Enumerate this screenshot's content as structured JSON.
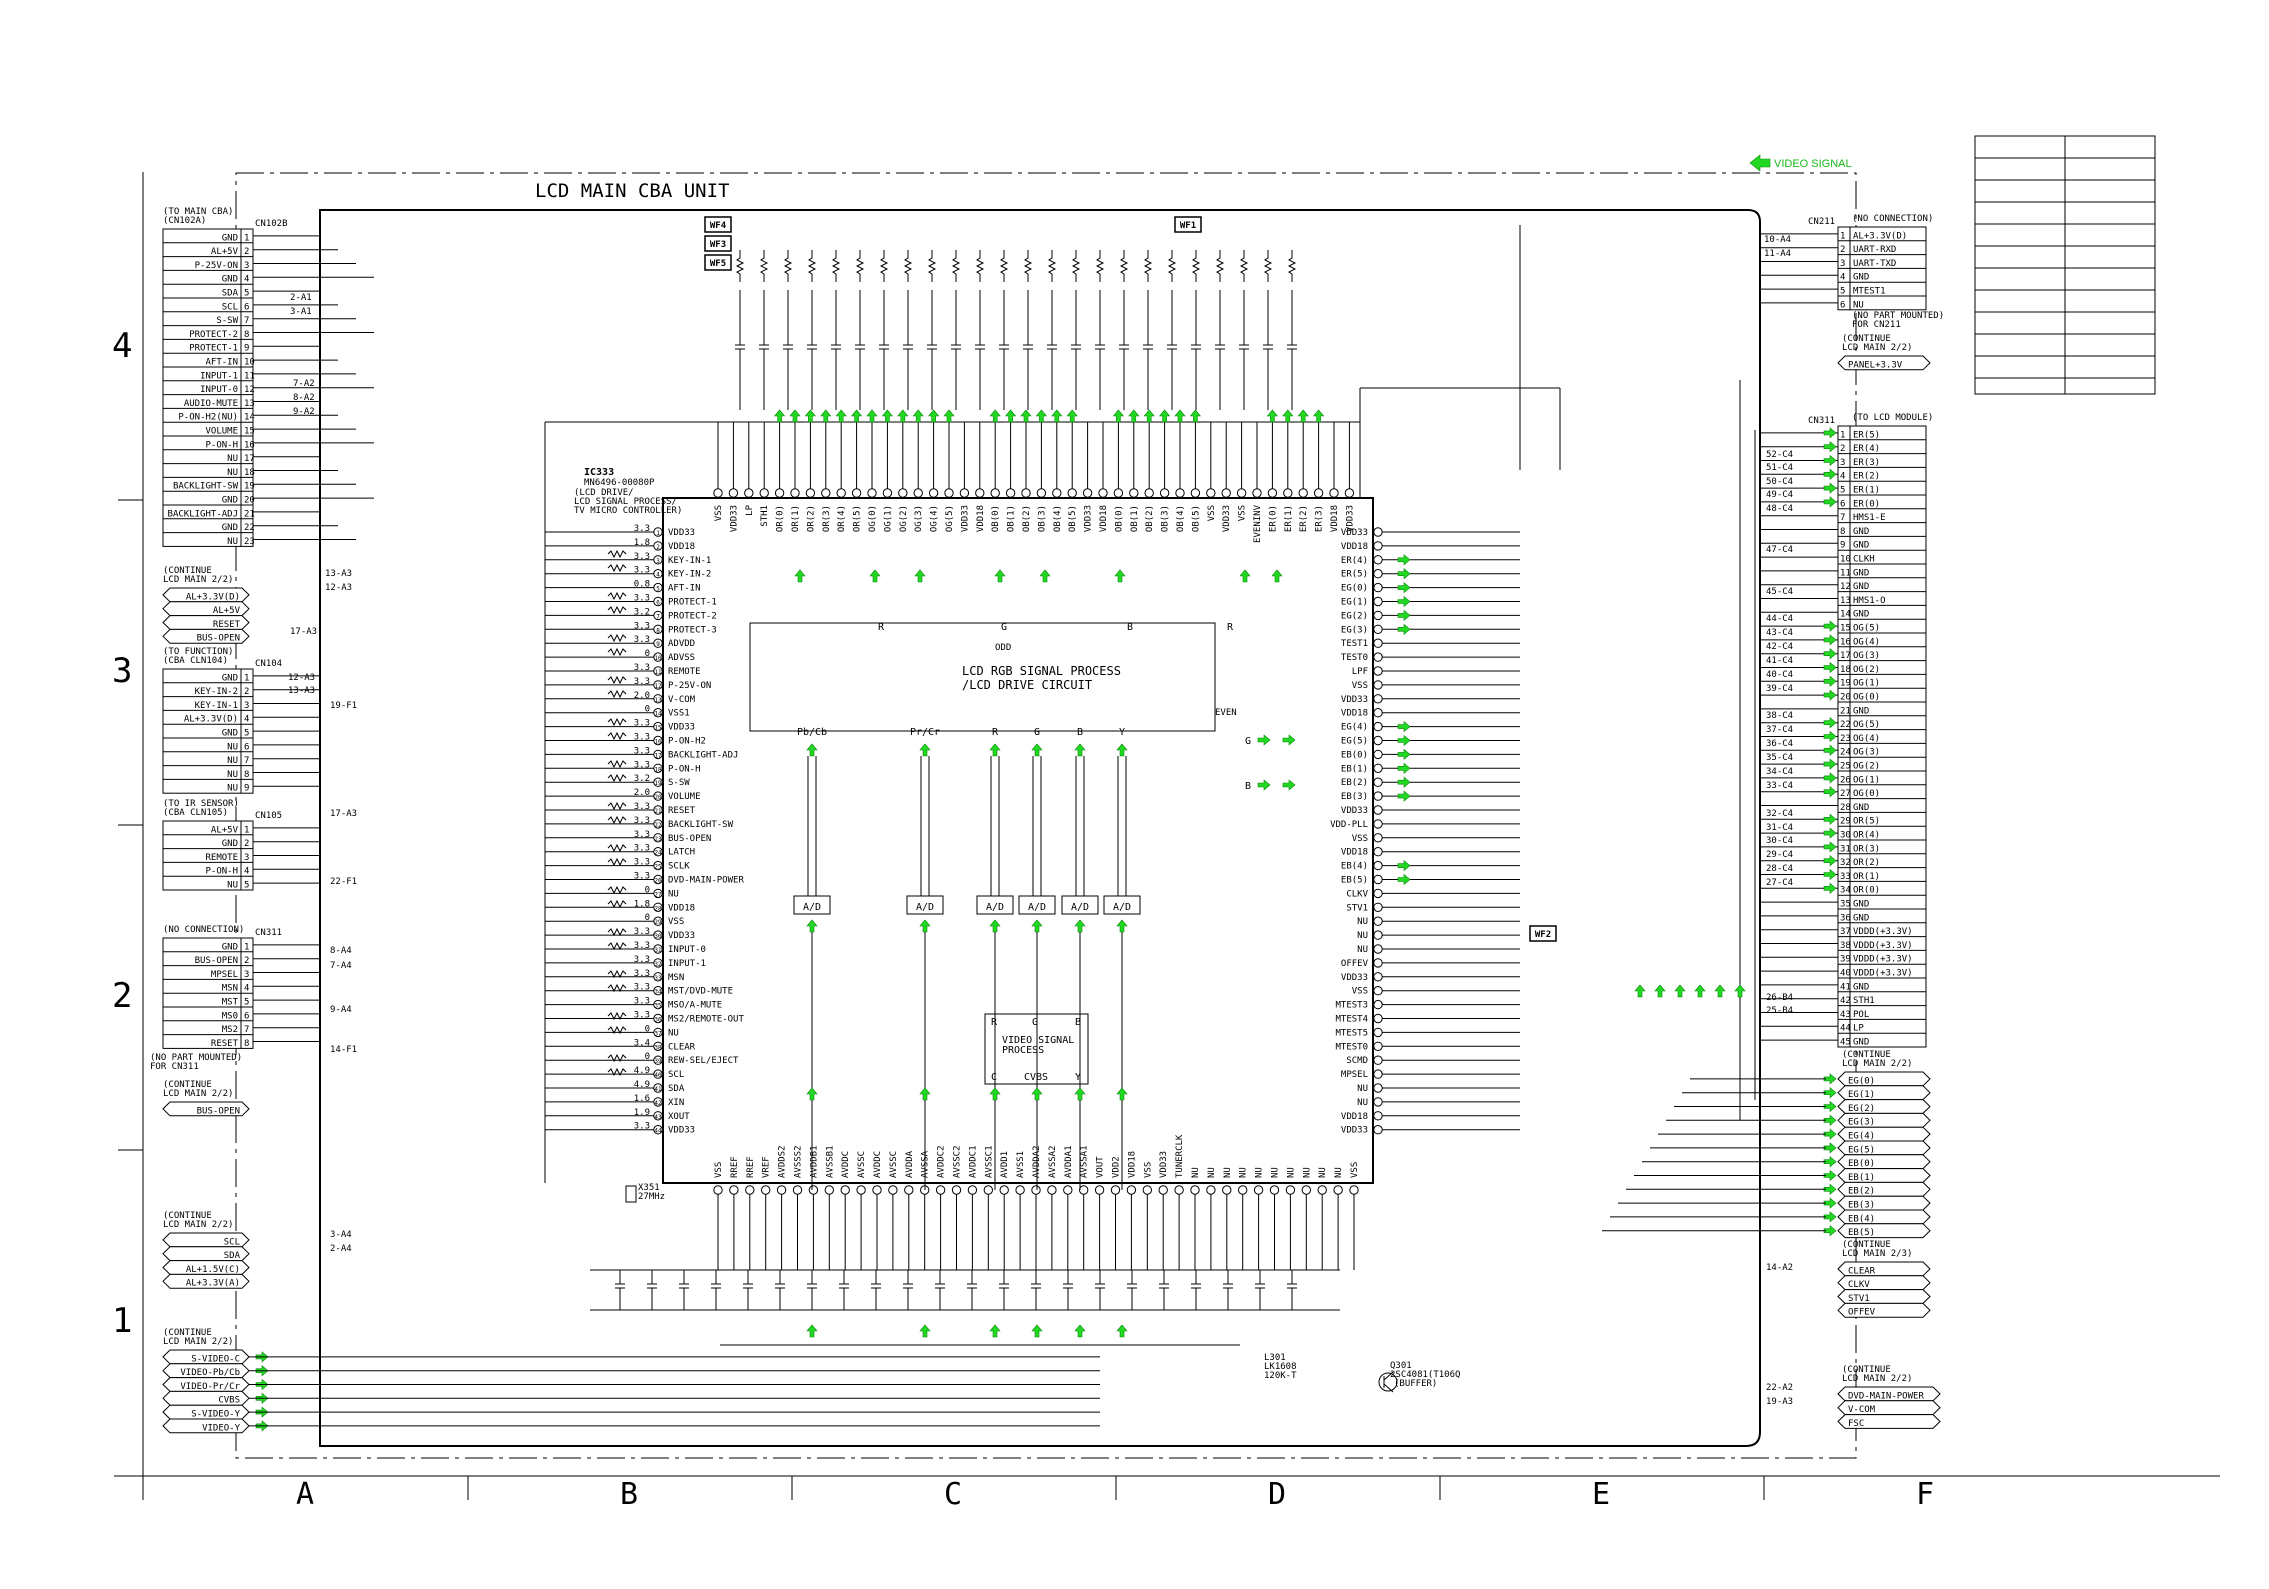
{
  "unit_title": "LCD MAIN CBA UNIT",
  "legend_label": "VIDEO SIGNAL",
  "ic": {
    "ref": "IC333",
    "part": "MN6496-00080P",
    "function": [
      "(LCD DRIVE/",
      "LCD SIGNAL PROCESS/",
      "TV MICRO CONTROLLER)"
    ],
    "block_title": [
      "LCD RGB SIGNAL PROCESS",
      "/LCD DRIVE CIRCUIT"
    ],
    "video_block": [
      "VIDEO SIGNAL",
      "PROCESS"
    ],
    "video_rgb": [
      "R",
      "G",
      "B"
    ],
    "video_out": [
      "C",
      "CVBS",
      "Y"
    ],
    "adc_inputs": [
      "Pb/Cb",
      "Pr/Cr",
      "R",
      "G",
      "B",
      "Y"
    ],
    "adc_label": "A/D",
    "rgb_top": [
      "R",
      "G",
      "B",
      "R"
    ],
    "odd": "ODD",
    "even": "EVEN",
    "even_g": "G",
    "even_b": "B",
    "left_pins": [
      "VDD33",
      "VDD18",
      "KEY-IN-1",
      "KEY-IN-2",
      "AFT-IN",
      "PROTECT-1",
      "PROTECT-2",
      "PROTECT-3",
      "ADVDD",
      "ADVSS",
      "REMOTE",
      "P-25V-ON",
      "V-COM",
      "VSS1",
      "VDD33",
      "P-ON-H2",
      "BACKLIGHT-ADJ",
      "P-ON-H",
      "S-SW",
      "VOLUME",
      "RESET",
      "BACKLIGHT-SW",
      "BUS-OPEN",
      "LATCH",
      "SCLK",
      "DVD-MAIN-POWER",
      "NU",
      "VDD18",
      "VSS",
      "VDD33",
      "INPUT-0",
      "INPUT-1",
      "MSN",
      "MST/DVD-MUTE",
      "MSO/A-MUTE",
      "MS2/REMOTE-OUT",
      "NU",
      "CLEAR",
      "REW-SEL/EJECT",
      "SCL",
      "SDA",
      "XIN",
      "XOUT",
      "VDD33"
    ],
    "left_volts": [
      "3.3",
      "1.8",
      "3.3",
      "3.3",
      "0.8",
      "3.3",
      "3.2",
      "3.3",
      "3.3",
      "0",
      "3.3",
      "3.3",
      "2.0",
      "0",
      "3.3",
      "3.3",
      "3.3",
      "3.3",
      "3.2",
      "2.0",
      "3.3",
      "3.3",
      "3.3",
      "3.3",
      "3.3",
      "3.3",
      "0",
      "1.8",
      "0",
      "3.3",
      "3.3",
      "3.3",
      "3.3",
      "3.3",
      "3.3",
      "3.3",
      "0",
      "3.4",
      "0",
      "4.9",
      "4.9",
      "1.6",
      "1.9",
      "3.3"
    ],
    "right_pins": [
      "VDD33",
      "VDD18",
      "ER(4)",
      "ER(5)",
      "EG(0)",
      "EG(1)",
      "EG(2)",
      "EG(3)",
      "TEST1",
      "TEST0",
      "LPF",
      "VSS",
      "VDD33",
      "VDD18",
      "EG(4)",
      "EG(5)",
      "EB(0)",
      "EB(1)",
      "EB(2)",
      "EB(3)",
      "VDD33",
      "VDD-PLL",
      "VSS",
      "VDD18",
      "EB(4)",
      "EB(5)",
      "CLKV",
      "STV1",
      "NU",
      "NU",
      "NU",
      "OFFEV",
      "VDD33",
      "VSS",
      "MTEST3",
      "MTEST4",
      "MTEST5",
      "MTEST0",
      "SCMD",
      "MPSEL",
      "NU",
      "NU",
      "VDD18",
      "VDD33"
    ],
    "top_pins": [
      "VSS",
      "VDD33",
      "LP",
      "STH1",
      "OR(0)",
      "OR(1)",
      "OR(2)",
      "OR(3)",
      "OR(4)",
      "OR(5)",
      "OG(0)",
      "OG(1)",
      "OG(2)",
      "OG(3)",
      "OG(4)",
      "OG(5)",
      "VDD33",
      "VDD18",
      "OB(0)",
      "OB(1)",
      "OB(2)",
      "OB(3)",
      "OB(4)",
      "OB(5)",
      "VDD33",
      "VDD18",
      "OB(0)",
      "OB(1)",
      "OB(2)",
      "OB(3)",
      "OB(4)",
      "OB(5)",
      "VSS",
      "VDD33",
      "VSS",
      "EVENINV",
      "ER(0)",
      "ER(1)",
      "ER(2)",
      "ER(3)",
      "VDD18",
      "VDD33"
    ],
    "bottom_pins": [
      "VSS",
      "RREF",
      "RREF",
      "VREF",
      "AVDDS2",
      "AVSSS2",
      "AVDDB1",
      "AVSSB1",
      "AVDDC",
      "AVSSC",
      "AVDDC",
      "AVSSC",
      "AVDDA",
      "AVSSA",
      "AVDDC2",
      "AVSSC2",
      "AVDDC1",
      "AVSSC1",
      "AVDD1",
      "AVSS1",
      "AVDDA2",
      "AVSSA2",
      "AVDDA1",
      "AVSSA1",
      "VOUT",
      "VDD2",
      "VDD18",
      "VSS",
      "VDD33",
      "TUNERCLK",
      "NU",
      "NU",
      "NU",
      "NU",
      "NU",
      "NU",
      "NU",
      "NU",
      "NU",
      "NU",
      "VSS"
    ]
  },
  "cn102b": {
    "title": [
      "(TO MAIN CBA)",
      "(CN102A)"
    ],
    "ref": "CN102B",
    "pins": [
      "GND",
      "AL+5V",
      "P-25V-ON",
      "GND",
      "SDA",
      "SCL",
      "S-SW",
      "PROTECT-2",
      "PROTECT-1",
      "AFT-IN",
      "INPUT-1",
      "INPUT-0",
      "AUDIO-MUTE",
      "P-ON-H2(NU)",
      "VOLUME",
      "P-ON-H",
      "NU",
      "NU",
      "BACKLIGHT-SW",
      "GND",
      "BACKLIGHT-ADJ",
      "GND",
      "NU"
    ]
  },
  "cont_a": {
    "title": [
      "(CONTINUE",
      "LCD MAIN 2/2)"
    ],
    "rows": [
      "AL+3.3V(D)",
      "AL+5V",
      "RESET",
      "BUS-OPEN"
    ]
  },
  "cn104": {
    "title": [
      "(TO FUNCTION)",
      "(CBA CLN104)"
    ],
    "ref": "CN104",
    "pins": [
      "GND",
      "KEY-IN-2",
      "KEY-IN-1",
      "AL+3.3V(D)",
      "GND",
      "NU",
      "NU",
      "NU",
      "NU"
    ]
  },
  "cn105": {
    "title": [
      "(TO IR SENSOR)",
      "(CBA CLN105)"
    ],
    "ref": "CN105",
    "pins": [
      "AL+5V",
      "GND",
      "REMOTE",
      "P-ON-H",
      "NU"
    ]
  },
  "cn311l": {
    "title": [
      "(NO CONNECTION)"
    ],
    "ref": "CN311",
    "pins": [
      "GND",
      "BUS-OPEN",
      "MPSEL",
      "MSN",
      "MST",
      "MS0",
      "MS2",
      "RESET"
    ],
    "note": [
      "(NO PART MOUNTED)",
      "FOR CN311"
    ]
  },
  "cont_b": {
    "title": [
      "(CONTINUE",
      "LCD MAIN 2/2)"
    ],
    "rows": [
      "BUS-OPEN"
    ]
  },
  "cont_c": {
    "title": [
      "(CONTINUE",
      "LCD MAIN 2/2)"
    ],
    "rows": [
      "SCL",
      "SDA",
      "AL+1.5V(C)",
      "AL+3.3V(A)"
    ]
  },
  "cont_d": {
    "title": [
      "(CONTINUE",
      "LCD MAIN 2/2)"
    ],
    "rows": [
      "S-VIDEO-C",
      "VIDEO-Pb/Cb",
      "VIDEO-Pr/Cr",
      "CVBS",
      "S-VIDEO-Y",
      "VIDEO-Y"
    ]
  },
  "cn211": {
    "title": [
      "(NO CONNECTION)"
    ],
    "ref": "CN211",
    "pins": [
      "AL+3.3V(D)",
      "UART-RXD",
      "UART-TXD",
      "GND",
      "MTEST1",
      "NU"
    ],
    "note": [
      "(NO PART MOUNTED)",
      "FOR CN211"
    ],
    "cont": [
      "(CONTINUE",
      "LCD MAIN 2/2)"
    ],
    "cont_row": "PANEL+3.3V"
  },
  "cn311r": {
    "title": [
      "(TO LCD MODULE)"
    ],
    "ref": "CN311",
    "pins": [
      "ER(5)",
      "ER(4)",
      "ER(3)",
      "ER(2)",
      "ER(1)",
      "ER(0)",
      "HMS1-E",
      "GND",
      "GND",
      "CLKH",
      "GND",
      "GND",
      "HMS1-O",
      "GND",
      "OG(5)",
      "OG(4)",
      "OG(3)",
      "OG(2)",
      "OG(1)",
      "OG(0)",
      "GND",
      "OG(5)",
      "OG(4)",
      "OG(3)",
      "OG(2)",
      "OG(1)",
      "OG(0)",
      "GND",
      "OR(5)",
      "OR(4)",
      "OR(3)",
      "OR(2)",
      "OR(1)",
      "OR(0)",
      "GND",
      "GND",
      "VDDD(+3.3V)",
      "VDDD(+3.3V)",
      "VDDD(+3.3V)",
      "VDDD(+3.3V)",
      "GND",
      "STH1",
      "POL",
      "LP",
      "GND"
    ]
  },
  "cont_e": {
    "title": [
      "(CONTINUE",
      "LCD MAIN 2/2)"
    ],
    "rows": [
      "EG(0)",
      "EG(1)",
      "EG(2)",
      "EG(3)",
      "EG(4)",
      "EG(5)",
      "EB(0)",
      "EB(1)",
      "EB(2)",
      "EB(3)",
      "EB(4)",
      "EB(5)"
    ]
  },
  "cont_f": {
    "title": [
      "(CONTINUE",
      "LCD MAIN 2/3)"
    ],
    "rows": [
      "CLEAR",
      "CLKV",
      "STV1",
      "OFFEV"
    ]
  },
  "cont_g": {
    "title": [
      "(CONTINUE",
      "LCD MAIN 2/2)"
    ],
    "rows": [
      "DVD-MAIN-POWER",
      "V-COM",
      "FSC"
    ]
  },
  "waveforms": [
    "WF4",
    "WF3",
    "WF5",
    "WF1",
    "WF2"
  ],
  "grid_cols": [
    "A",
    "B",
    "C",
    "D",
    "E",
    "F"
  ],
  "grid_rows": [
    "4",
    "3",
    "2",
    "1"
  ],
  "cross_refs_left": [
    "2-A1",
    "3-A1",
    "7-A2",
    "8-A2",
    "9-A2",
    "13-A3",
    "12-A3",
    "17-A3",
    "12-A3",
    "13-A3",
    "19-F1",
    "17-A3",
    "22-F1",
    "8-A4",
    "7-A4",
    "9-A4",
    "14-F1",
    "3-A4",
    "2-A4"
  ],
  "cross_refs_right": [
    "10-A4",
    "11-A4",
    "52-C4",
    "51-C4",
    "50-C4",
    "49-C4",
    "48-C4",
    "47-C4",
    "45-C4",
    "44-C4",
    "43-C4",
    "42-C4",
    "41-C4",
    "40-C4",
    "39-C4",
    "38-C4",
    "37-C4",
    "36-C4",
    "35-C4",
    "34-C4",
    "33-C4",
    "32-C4",
    "31-C4",
    "30-C4",
    "29-C4",
    "28-C4",
    "27-C4",
    "26-B4",
    "25-B4",
    "14-A2",
    "22-A2",
    "19-A3"
  ],
  "transistor": {
    "ref": "Q301",
    "part": "2SC4081(T106Q",
    "role": "(BUFFER)"
  },
  "coil": {
    "ref": "L301",
    "value": [
      "LK1608",
      "120K-T"
    ]
  },
  "crystal": {
    "ref": "X351",
    "value": "27MHz"
  }
}
